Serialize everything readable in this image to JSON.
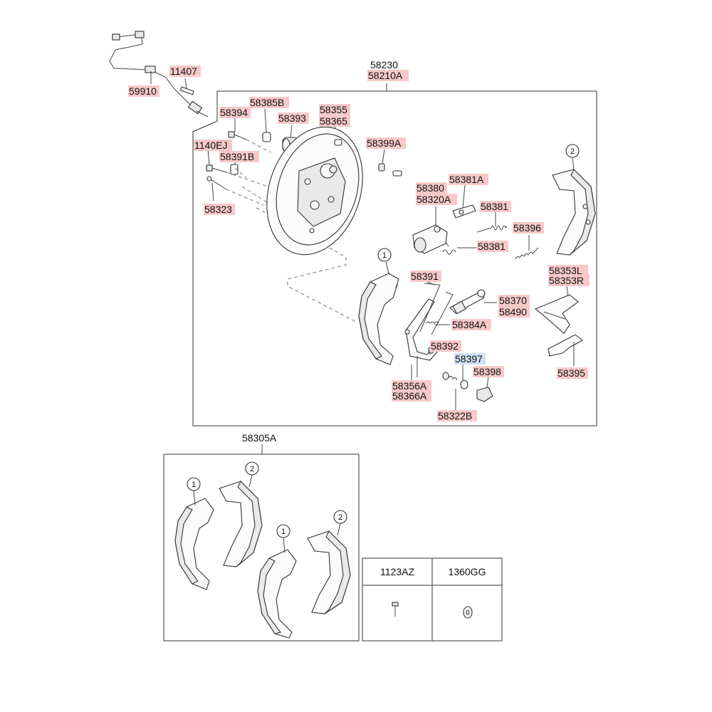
{
  "labels": {
    "p59910": "59910",
    "p11407": "11407",
    "p58230": "58230",
    "p58210A": "58210A",
    "p58394": "58394",
    "p58385B": "58385B",
    "p58393": "58393",
    "p58355": "58355",
    "p58365": "58365",
    "p1140EJ": "1140EJ",
    "p58391B": "58391B",
    "p58323": "58323",
    "p58399A": "58399A",
    "p58380": "58380",
    "p58320A": "58320A",
    "p58381A": "58381A",
    "p58381a": "58381",
    "p58381b": "58381",
    "p58396": "58396",
    "p58391": "58391",
    "p58370": "58370",
    "p58490": "58490",
    "p58384A": "58384A",
    "p58353L": "58353L",
    "p58353R": "58353R",
    "p58392": "58392",
    "p58397": "58397",
    "p58398": "58398",
    "p58395": "58395",
    "p58356A": "58356A",
    "p58366A": "58366A",
    "p58322B": "58322B",
    "p58305A": "58305A"
  },
  "callouts": {
    "c1": "1",
    "c2": "2",
    "k1a": "1",
    "k2a": "2",
    "k1b": "1",
    "k2b": "2"
  },
  "table": {
    "col1": "1123AZ",
    "col2": "1360GG"
  },
  "colors": {
    "label_highlight": "#f6c9c9",
    "label_highlight_blue": "#cfe0f7"
  }
}
